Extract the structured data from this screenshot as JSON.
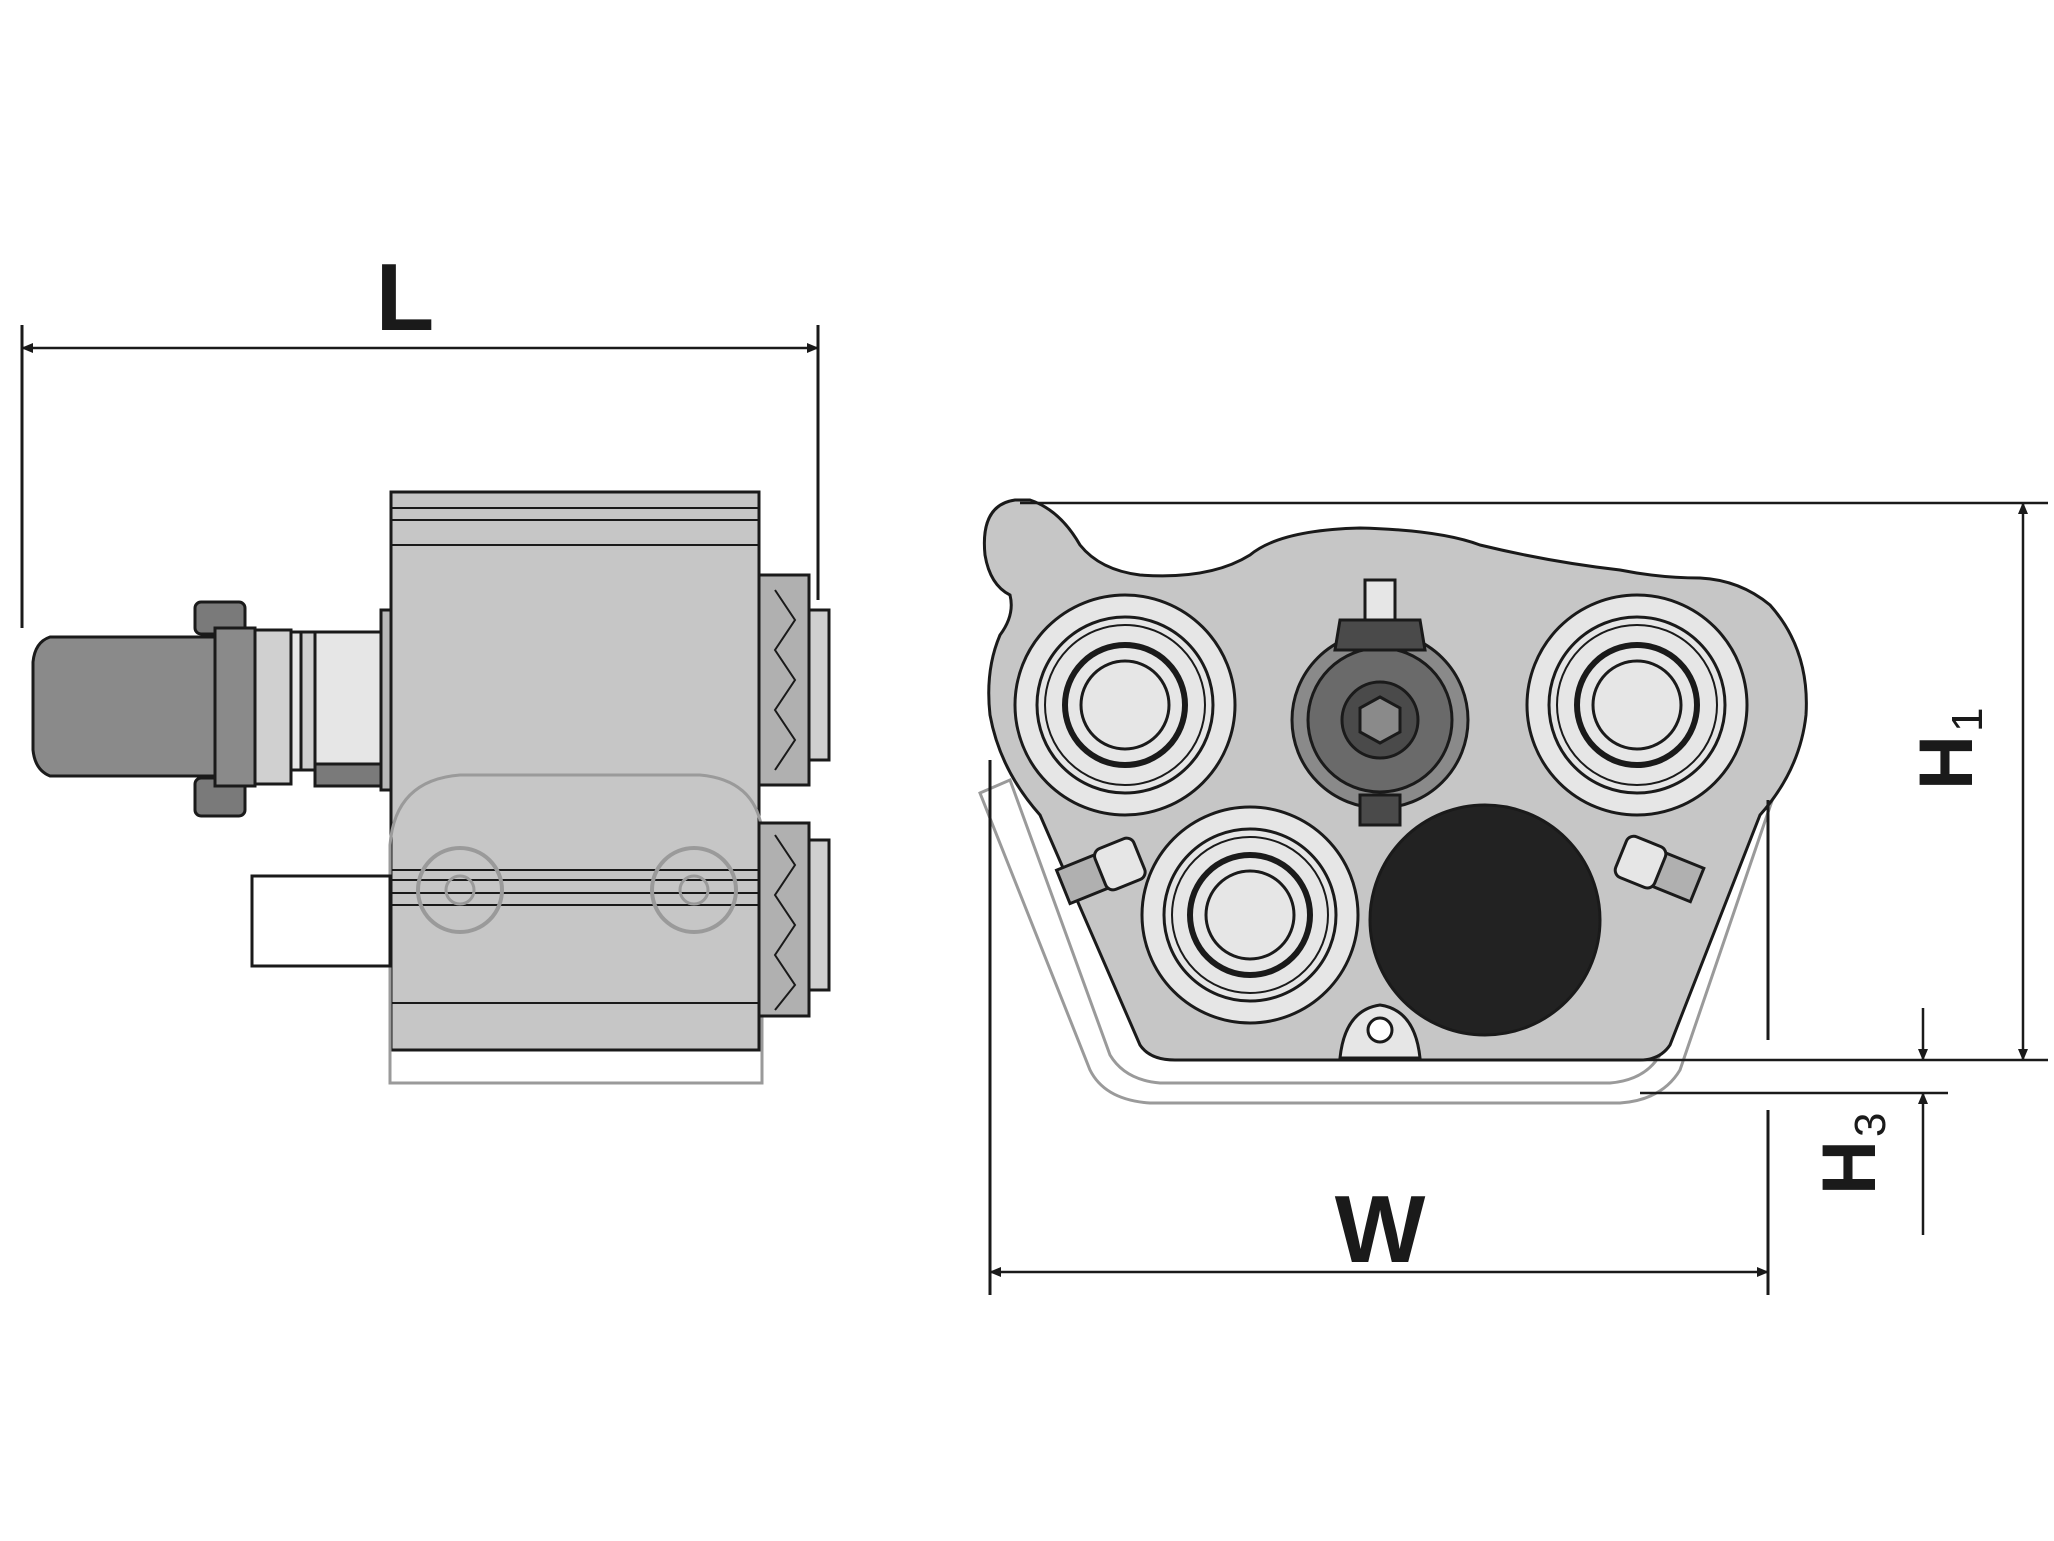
{
  "dimensions": {
    "length": {
      "label": "L"
    },
    "width": {
      "label": "W"
    },
    "height_total": {
      "label": "H",
      "sub": "1"
    },
    "height_offset": {
      "label": "H",
      "sub": "3"
    }
  },
  "colors": {
    "line": "#1a1a1a",
    "body": "#c6c6c6",
    "body_light": "#d8d8d8",
    "shank": "#8a8a8a",
    "hub": "#6a6a6a",
    "hub_dark": "#4a4a4a",
    "roller_face": "#e6e6e6",
    "black_roller": "#222222",
    "outline_gray": "#9a9a9a"
  }
}
